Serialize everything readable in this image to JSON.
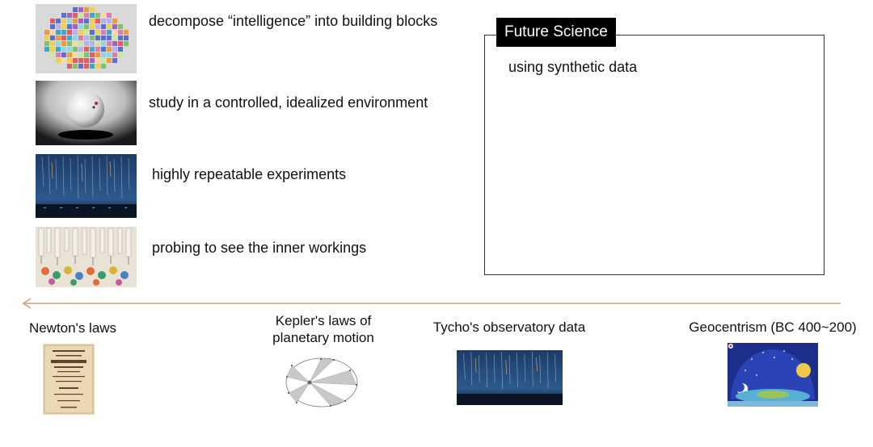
{
  "left_rows": [
    {
      "image": "colorful-brain-blocks-image",
      "text": "decompose “intelligence” into building blocks"
    },
    {
      "image": "sphere-in-studio-image",
      "text": "study in a controlled, idealized environment"
    },
    {
      "image": "star-trails-night-sky-image",
      "text": "highly repeatable experiments"
    },
    {
      "image": "lab-probing-robots-image",
      "text": "probing to see the inner workings"
    }
  ],
  "future_science": {
    "title": "Future Science",
    "body": "using synthetic data"
  },
  "timeline": {
    "direction": "right-to-left",
    "color": "#d4a07a",
    "items": [
      {
        "label_lines": [
          "Newton's laws"
        ],
        "image": "principia-title-page-image"
      },
      {
        "label_lines": [
          "Kepler's laws of",
          "planetary motion"
        ],
        "image": "kepler-orbit-diagram-image"
      },
      {
        "label_lines": [
          "Tycho's observatory data"
        ],
        "image": "star-trails-night-sky-image"
      },
      {
        "label_lines": [
          "Geocentrism (BC 400~200)"
        ],
        "image": "geocentric-dome-image"
      }
    ]
  }
}
